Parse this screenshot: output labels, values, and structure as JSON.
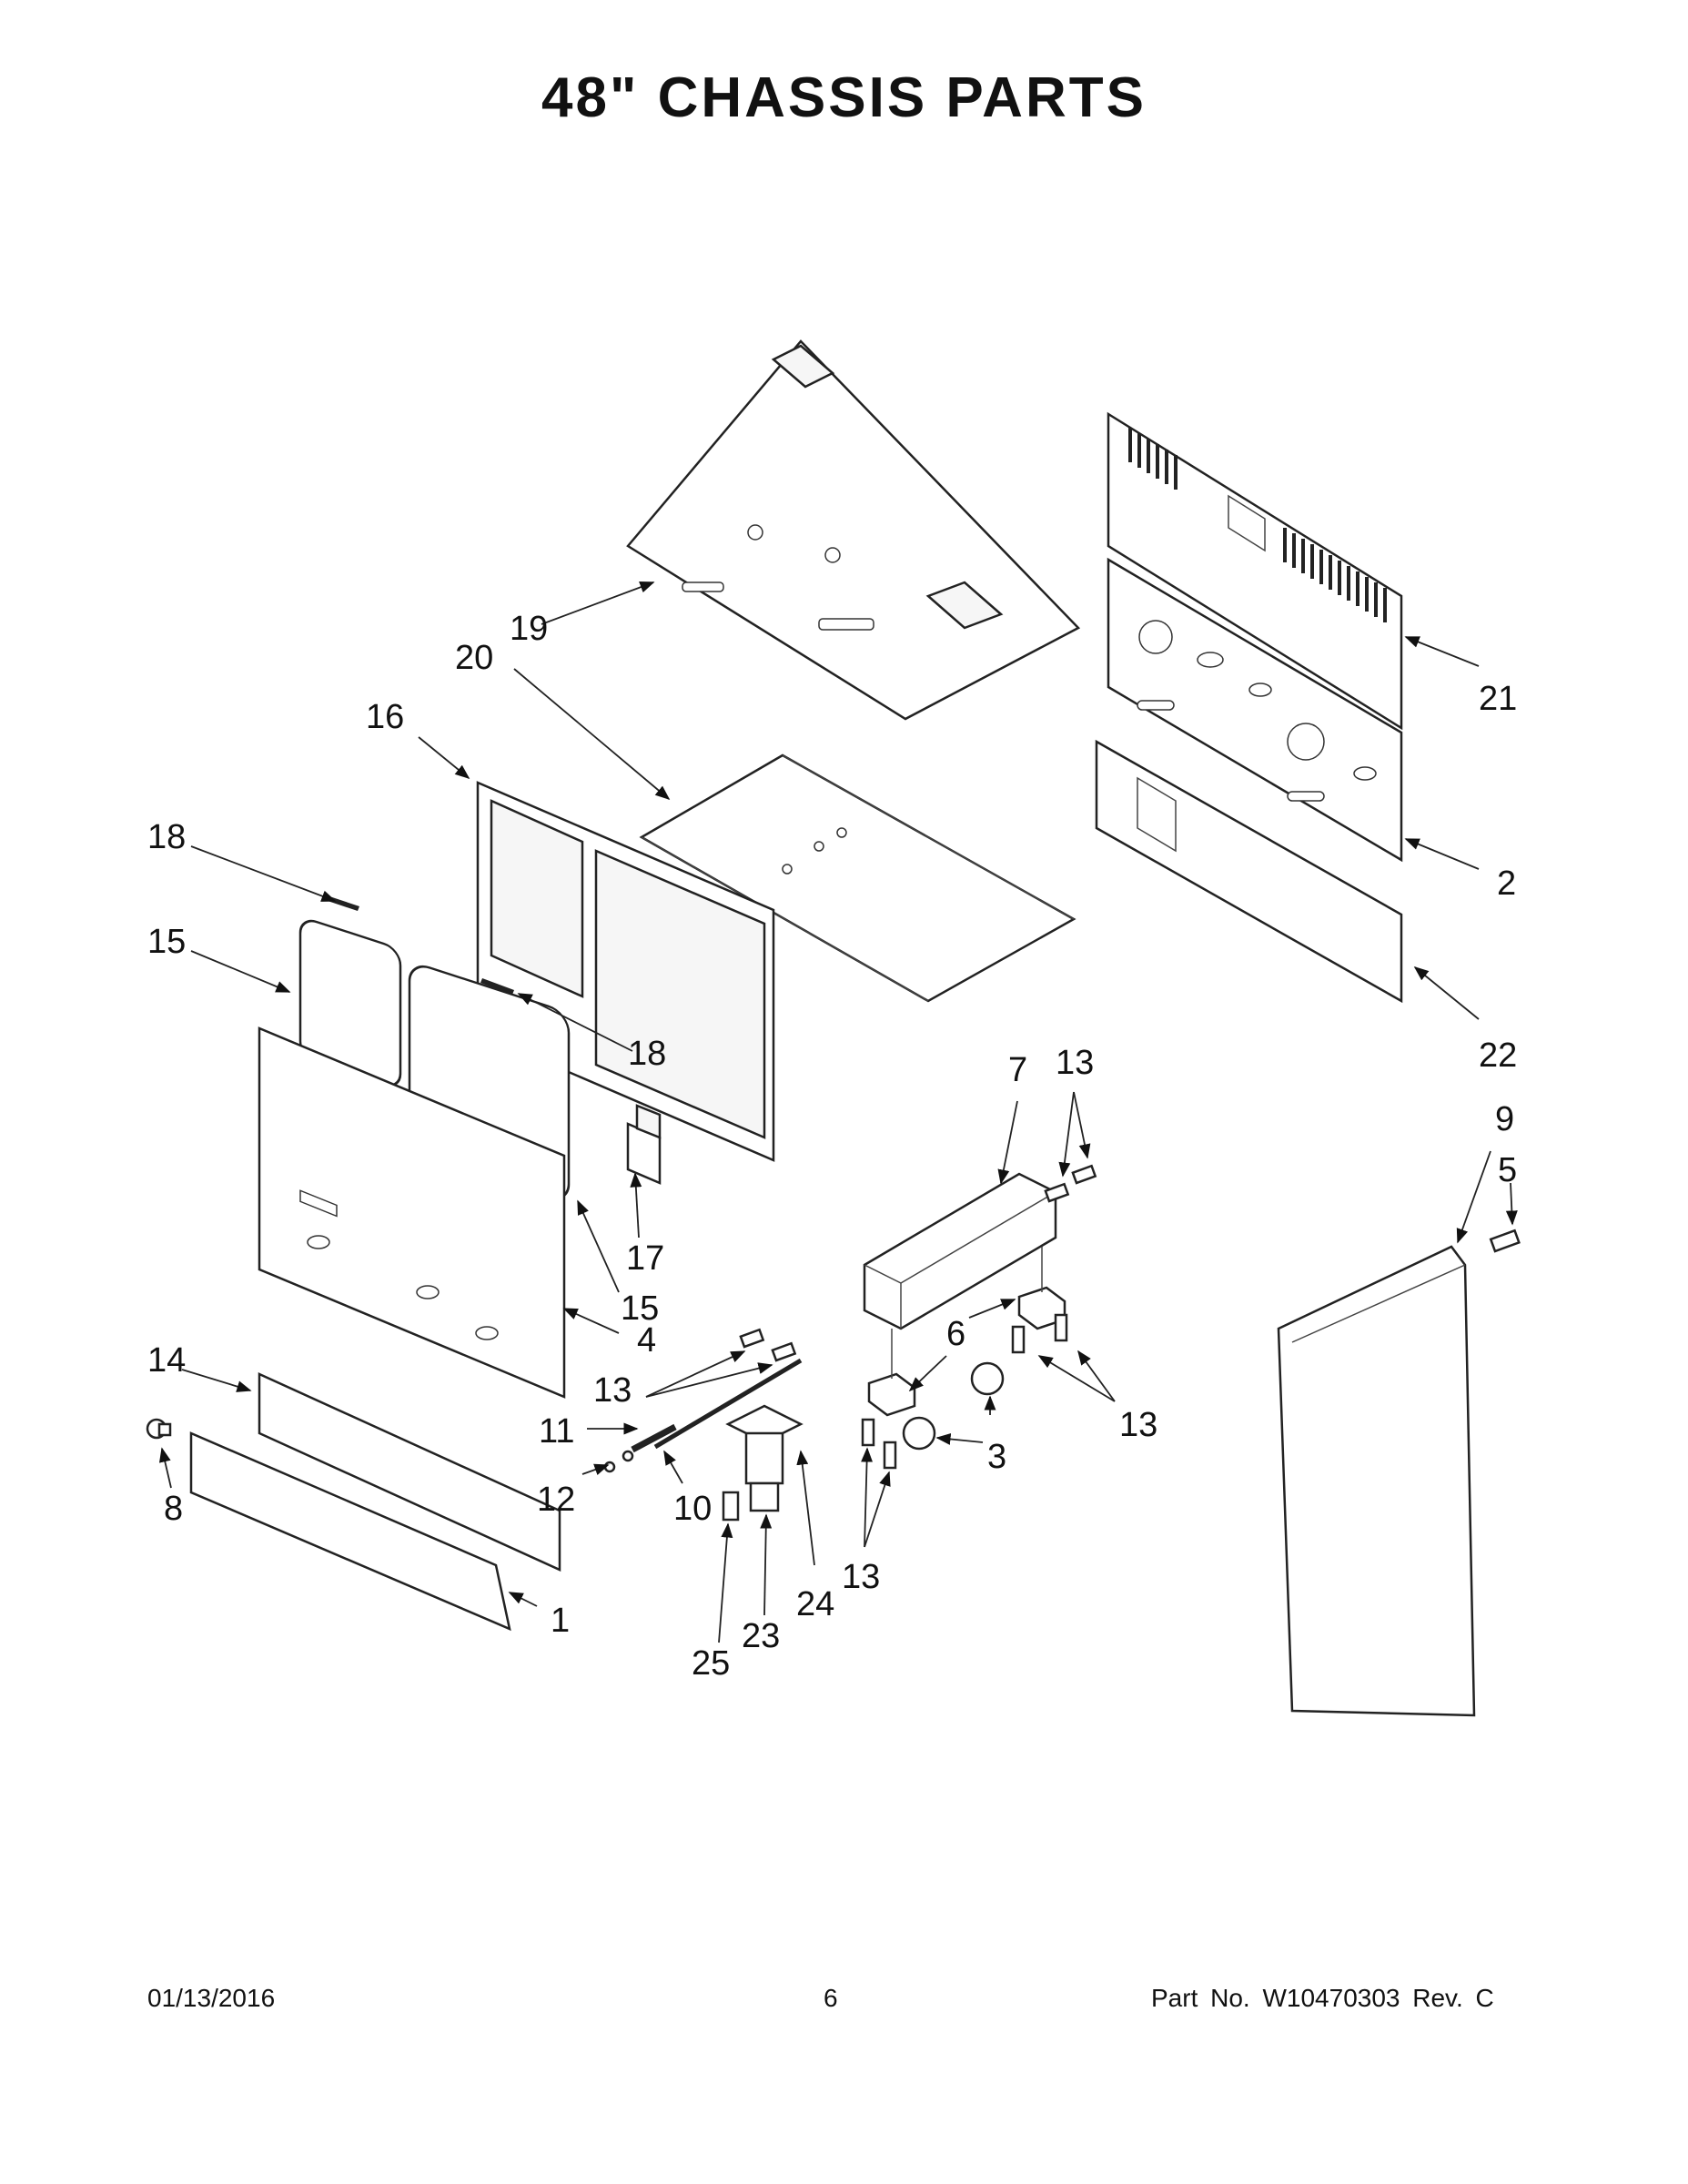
{
  "page": {
    "title": "48\" CHASSIS PARTS",
    "date": "01/13/2016",
    "page_number": "6",
    "part_number": "Part No.  W10470303  Rev.  C"
  },
  "callouts": {
    "c1": "1",
    "c2": "2",
    "c3": "3",
    "c4": "4",
    "c5": "5",
    "c6": "6",
    "c7": "7",
    "c8": "8",
    "c9": "9",
    "c10": "10",
    "c11": "11",
    "c12": "12",
    "c13a": "13",
    "c13b": "13",
    "c13c": "13",
    "c13d": "13",
    "c14": "14",
    "c15a": "15",
    "c15b": "15",
    "c16": "16",
    "c17": "17",
    "c18a": "18",
    "c18b": "18",
    "c19": "19",
    "c20": "20",
    "c21": "21",
    "c22": "22",
    "c23": "23",
    "c24": "24",
    "c25": "25"
  }
}
